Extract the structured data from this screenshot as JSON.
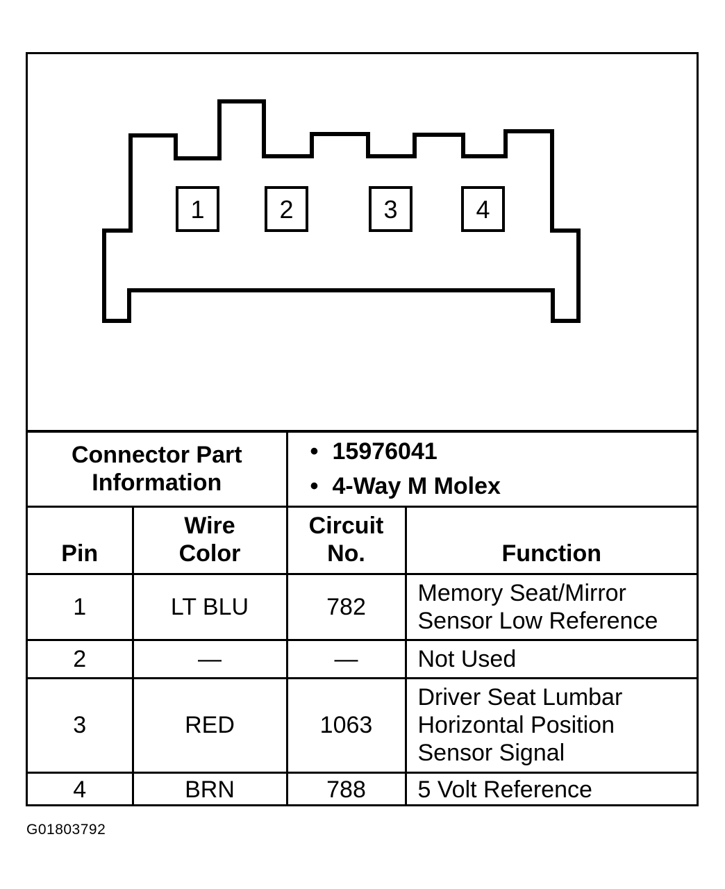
{
  "connector": {
    "pins": [
      "1",
      "2",
      "3",
      "4"
    ]
  },
  "part_info": {
    "label_line1": "Connector Part",
    "label_line2": "Information",
    "part_number": "15976041",
    "description": "4-Way M Molex"
  },
  "table": {
    "headers": {
      "pin": "Pin",
      "wire_color_line1": "Wire",
      "wire_color_line2": "Color",
      "circuit_line1": "Circuit",
      "circuit_line2": "No.",
      "function": "Function"
    },
    "rows": [
      {
        "pin": "1",
        "wire_color": "LT BLU",
        "circuit": "782",
        "function": [
          "Memory Seat/Mirror",
          "Sensor Low Reference"
        ]
      },
      {
        "pin": "2",
        "wire_color": "—",
        "circuit": "—",
        "function": [
          "Not Used"
        ]
      },
      {
        "pin": "3",
        "wire_color": "RED",
        "circuit": "1063",
        "function": [
          "Driver Seat Lumbar",
          "Horizontal Position",
          "Sensor Signal"
        ]
      },
      {
        "pin": "4",
        "wire_color": "BRN",
        "circuit": "788",
        "function": [
          "5 Volt Reference"
        ]
      }
    ]
  },
  "figure_id": "G01803792"
}
